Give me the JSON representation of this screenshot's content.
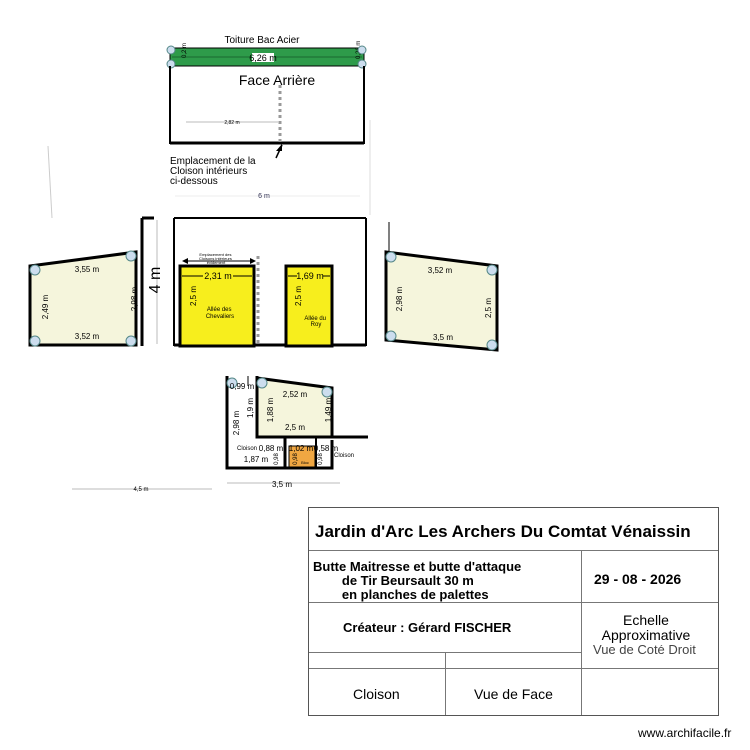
{
  "rear_view": {
    "roof_label": "Toiture Bac Acier",
    "title": "Face Arrière",
    "roof_width": "6,26 m",
    "left_height": "0,2 m",
    "right_height": "0,26 m",
    "inner_width": "2,82 m",
    "note": "Emplacement de la\nCloison intérieurs\n   ci-dessous",
    "overall_width": "6 m"
  },
  "front_view": {
    "height": "4 m",
    "left_opening_width": "2,31 m",
    "left_opening_height": "2,5 m",
    "left_opening_name": "Allée des\nChevaliers",
    "right_opening_width": "1,69 m",
    "right_opening_height": "2,5 m",
    "right_opening_name": "Allée du\nRoy",
    "partition_note": "Emplacement des\nCloisons intérieurs\névidement"
  },
  "left_side": {
    "top": "3,55 m",
    "bottom": "3,52 m",
    "left": "2,49 m",
    "right": "2,98 m"
  },
  "right_side": {
    "top": "3,52 m",
    "bottom": "3,5 m",
    "left": "2,98 m",
    "right": "2,5 m"
  },
  "partition": {
    "corner": "0,99 m",
    "top": "2,52 m",
    "inner_left": "1,88 m",
    "mid_left": "1,9 m",
    "right": "1,49 m",
    "middle": "2,5 m",
    "left": "2,98 m",
    "cloison_left": "Cloison",
    "cloison_right": "Cloison",
    "w1": "0,88 m",
    "w2": "1,02 m",
    "w3": "0,58 m",
    "w4": "1,87 m",
    "h1": "0,98",
    "h2": "0,98",
    "h3": "0,98",
    "small": "Bloc",
    "bottom": "3,5 m",
    "far": "4,5 m"
  },
  "title_block": {
    "title": "Jardin d'Arc Les Archers Du Comtat Vénaissin",
    "subtitle": "Butte Maitresse et butte d'attaque\n        de Tir Beursault 30 m\n        en planches de palettes",
    "date": "29 - 08 - 2026",
    "creator": "Créateur : Gérard FISCHER",
    "scale": "Echelle\nApproximative",
    "scale_ghost": "Vue de Coté Droit",
    "cell_a": "Cloison",
    "cell_b": "Vue de Face"
  },
  "credit": "www.archifacile.fr",
  "colors": {
    "roof_green": "#2e9b4a",
    "room_fill": "#f5f5dc",
    "opening_yellow": "#f7ee1d",
    "small_orange": "#f0a742",
    "wall": "#000000"
  }
}
